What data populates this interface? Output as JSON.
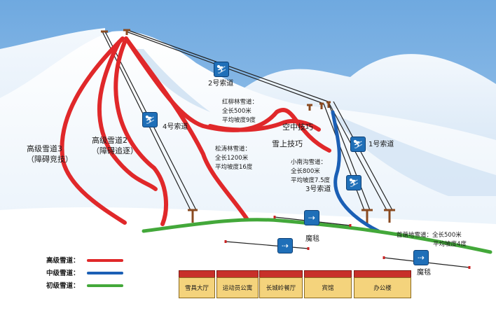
{
  "lifts": {
    "lift2": "2号索道",
    "lift4": "4号索道",
    "lift1": "1号索道",
    "lift3": "3号索道"
  },
  "runs": {
    "advanced3": [
      "高级雪道3",
      "（障碍竞技）"
    ],
    "advanced2": [
      "高级雪道2",
      "（障碍追逐）"
    ],
    "hongliu": [
      "红柳林雪道：",
      "全长500米",
      "平均坡度9度"
    ],
    "songtao": [
      "松涛林雪道：",
      "全长1200米",
      "平均坡度16度"
    ],
    "xiaonangou": [
      "小南沟雪道：",
      "全长800米",
      "平均坡度7.5度"
    ],
    "shouxu": [
      "首蓿地雪道：全长500米",
      "平均坡度4度"
    ]
  },
  "features": {
    "aerial": "空中技巧",
    "snow_skills": "雪上技巧",
    "carpet1": "魔毯",
    "carpet2": "魔毯"
  },
  "legend": {
    "advanced": "高级雪道：",
    "intermediate": "中级雪道：",
    "beginner": "初级雪道：",
    "colors": {
      "advanced": "#e0282a",
      "intermediate": "#1b5fb5",
      "beginner": "#43a83a"
    }
  },
  "buildings": [
    "雪具大厅",
    "运动员公寓",
    "长城岭餐厅",
    "宾馆",
    "办公楼"
  ],
  "icons": {
    "chairlift": "chairlift-icon",
    "magic_carpet": "magic-carpet-icon"
  }
}
